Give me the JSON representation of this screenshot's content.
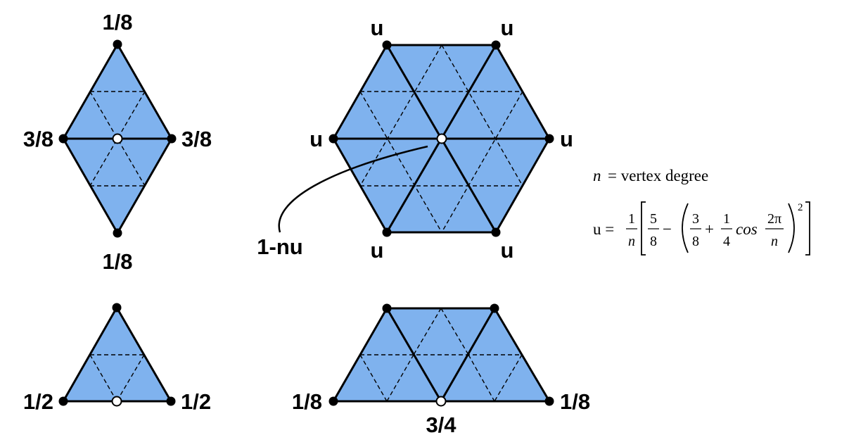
{
  "diamond": {
    "top": "1/8",
    "left": "3/8",
    "right": "3/8",
    "bottom": "1/8"
  },
  "hexagon": {
    "top_left": "u",
    "top_right": "u",
    "left": "u",
    "right": "u",
    "bottom_left": "u",
    "bottom_right": "u",
    "center": "1-nu"
  },
  "boundary_triangle": {
    "left": "1/2",
    "right": "1/2"
  },
  "boundary_trapezoid": {
    "left": "1/8",
    "right": "1/8",
    "bottom": "3/4"
  },
  "formula": {
    "n_symbol": "n",
    "n_def": "= vertex degree",
    "u_lhs": "u =",
    "one": "1",
    "n": "n",
    "five": "5",
    "eight": "8",
    "minus": "−",
    "three": "3",
    "eight2": "8",
    "plus": "+",
    "one2": "1",
    "four": "4",
    "cos": "cos",
    "two_pi": "2π",
    "n2": "n",
    "exp": "2"
  }
}
